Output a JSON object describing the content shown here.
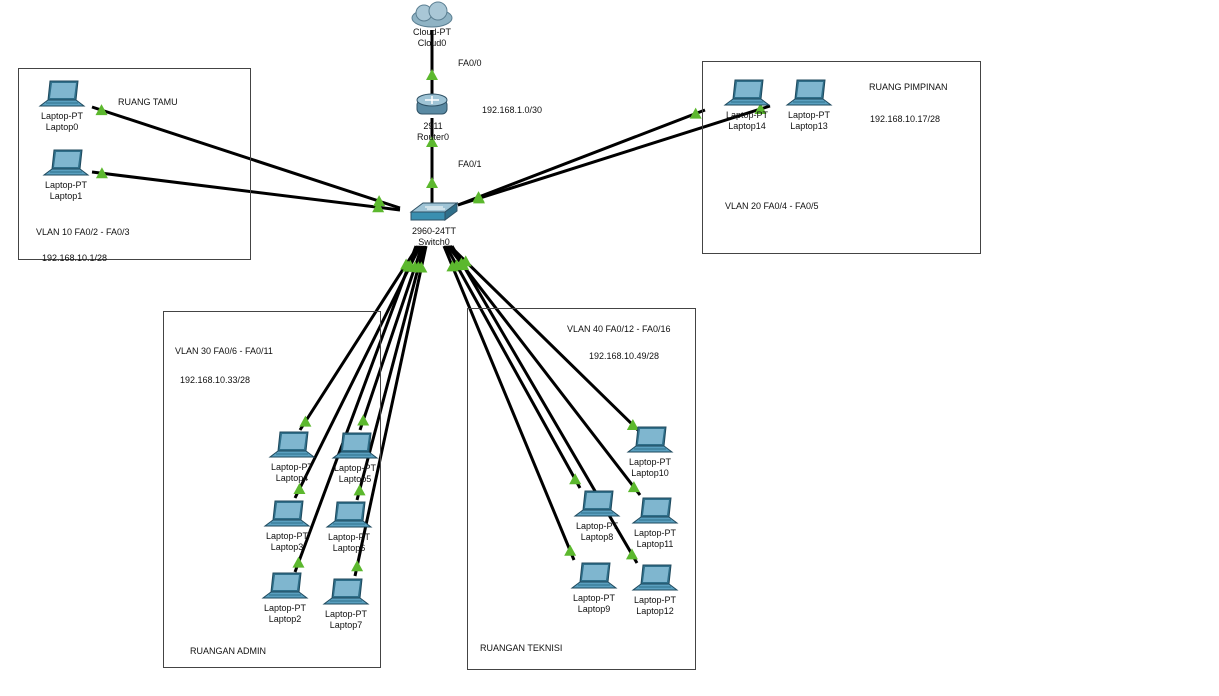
{
  "areas": [
    {
      "id": "tamu",
      "texts": [
        "RUANG TAMU",
        "VLAN 10 FA0/2 - FA0/3",
        "192.168.10.1/28"
      ]
    },
    {
      "id": "pimpinan",
      "texts": [
        "RUANG PIMPINAN",
        "192.168.10.17/28",
        "VLAN 20 FA0/4 - FA0/5"
      ]
    },
    {
      "id": "admin",
      "texts": [
        "VLAN 30 FA0/6 - FA0/11",
        "192.168.10.33/28",
        "RUANGAN ADMIN"
      ]
    },
    {
      "id": "teknisi",
      "texts": [
        "VLAN 40 FA0/12 - FA0/16",
        "192.168.10.49/28",
        "RUANGAN TEKNISI"
      ]
    }
  ],
  "link_labels": {
    "fa00": "FA0/0",
    "fa01": "FA0/1",
    "wan": "192.168.1.0/30"
  },
  "devices": {
    "cloud": {
      "type": "Cloud-PT",
      "name": "Cloud0",
      "icon": "cloud-icon"
    },
    "router": {
      "type": "2911",
      "name": "Router0",
      "icon": "router-icon"
    },
    "switch": {
      "type": "2960-24TT",
      "name": "Switch0",
      "icon": "switch-icon"
    },
    "laptops": [
      {
        "type": "Laptop-PT",
        "name": "Laptop0"
      },
      {
        "type": "Laptop-PT",
        "name": "Laptop1"
      },
      {
        "type": "Laptop-PT",
        "name": "Laptop14"
      },
      {
        "type": "Laptop-PT",
        "name": "Laptop13"
      },
      {
        "type": "Laptop-PT",
        "name": "Laptop4"
      },
      {
        "type": "Laptop-PT",
        "name": "Laptop5"
      },
      {
        "type": "Laptop-PT",
        "name": "Laptop3"
      },
      {
        "type": "Laptop-PT",
        "name": "Laptop6"
      },
      {
        "type": "Laptop-PT",
        "name": "Laptop2"
      },
      {
        "type": "Laptop-PT",
        "name": "Laptop7"
      },
      {
        "type": "Laptop-PT",
        "name": "Laptop10"
      },
      {
        "type": "Laptop-PT",
        "name": "Laptop8"
      },
      {
        "type": "Laptop-PT",
        "name": "Laptop11"
      },
      {
        "type": "Laptop-PT",
        "name": "Laptop9"
      },
      {
        "type": "Laptop-PT",
        "name": "Laptop12"
      }
    ]
  },
  "colors": {
    "link": "#000000",
    "status": "#5cb82e",
    "device": "#3a8fb0",
    "box": "#444444"
  }
}
